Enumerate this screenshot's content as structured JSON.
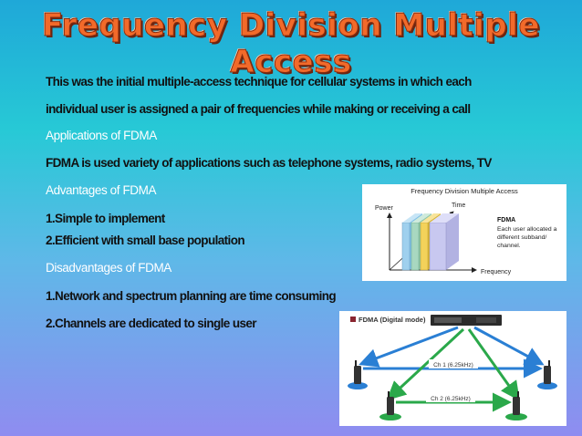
{
  "title": "Frequency Division Multiple Access",
  "intro_line1": "This was the initial multiple-access technique for cellular systems in which each",
  "intro_line2": "individual user is assigned a pair of frequencies while making or receiving a call",
  "applications_heading": "Applications of FDMA",
  "applications_text": "FDMA is used variety of applications such as telephone systems, radio systems, TV",
  "advantages_heading": "Advantages of FDMA",
  "advantages": [
    "1.Simple to implement",
    "2.Efficient with small base population"
  ],
  "disadvantages_heading": "Disadvantages of FDMA",
  "disadvantages": [
    "1.Network and spectrum planning are time consuming",
    "2.Channels are dedicated to single user"
  ],
  "figure1": {
    "title": "Frequency Division Multiple Access",
    "power_label": "Power",
    "time_label": "Time",
    "frequency_label": "Frequency",
    "legend_title": "FDMA",
    "legend_lines": [
      "Each user allocated a",
      "different subband/",
      "channel."
    ]
  },
  "figure2": {
    "title": "FDMA (Digital mode)",
    "ch1_label": "Ch 1 (6.25kHz)",
    "ch2_label": "Ch 2 (6.25kHz)"
  },
  "colors": {
    "title": "#f26a2a",
    "band_blue": "#9fd0ee",
    "band_green": "#a8d8c0",
    "band_yellow": "#f3d25a",
    "band_lavender": "#c8c8f0",
    "ch1_arrow": "#2a7fd4",
    "ch2_arrow": "#2aa84a"
  }
}
